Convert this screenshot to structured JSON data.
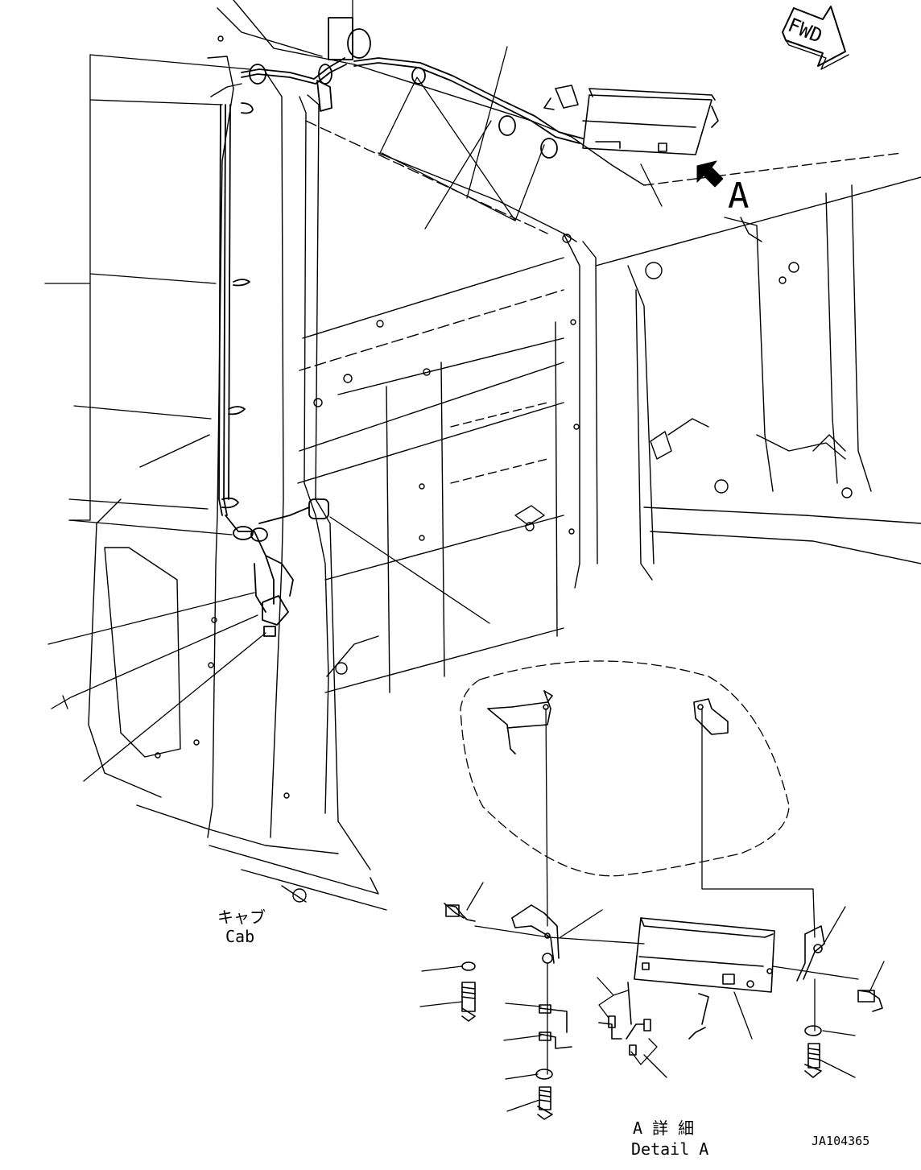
{
  "labels": {
    "fwd": "FWD",
    "view_a": "A",
    "cab_jp": "キャブ",
    "cab_en": "Cab",
    "detail_jp": "A 詳 細",
    "detail_en": "Detail A",
    "drawing_no": "JA104365"
  },
  "colors": {
    "line": "#000000",
    "background": "#ffffff"
  }
}
